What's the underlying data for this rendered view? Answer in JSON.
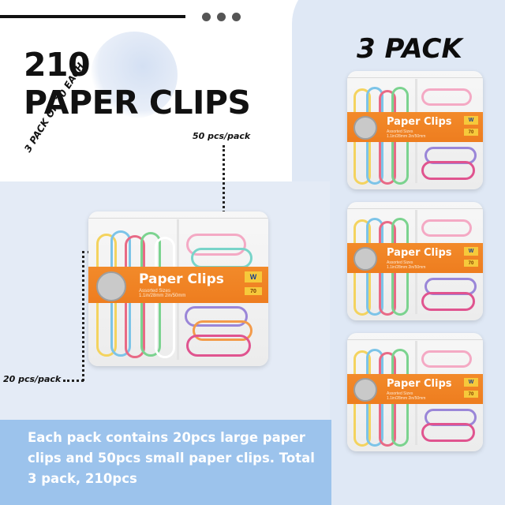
{
  "headline": {
    "line1": "210",
    "line2": "PAPER CLIPS"
  },
  "pack_label": "3 PACK",
  "arc_label": "3 PACK OF 70 EACH",
  "callouts": {
    "small": "50 pcs/pack",
    "large": "20 pcs/pack"
  },
  "product": {
    "name": "Paper Clips",
    "subtitle": "Assorted Sizes",
    "sizes": "1.1in/28mm   2in/50mm",
    "count": "70",
    "logo": "W"
  },
  "description": "Each pack contains 20pcs large paper clips and 50pcs small paper clips. Total 3 pack, 210pcs",
  "colors": {
    "accent_orange": "#ee7d1f",
    "panel_blue": "#9cc3ec",
    "bg_blue": "#e4ebf6"
  }
}
